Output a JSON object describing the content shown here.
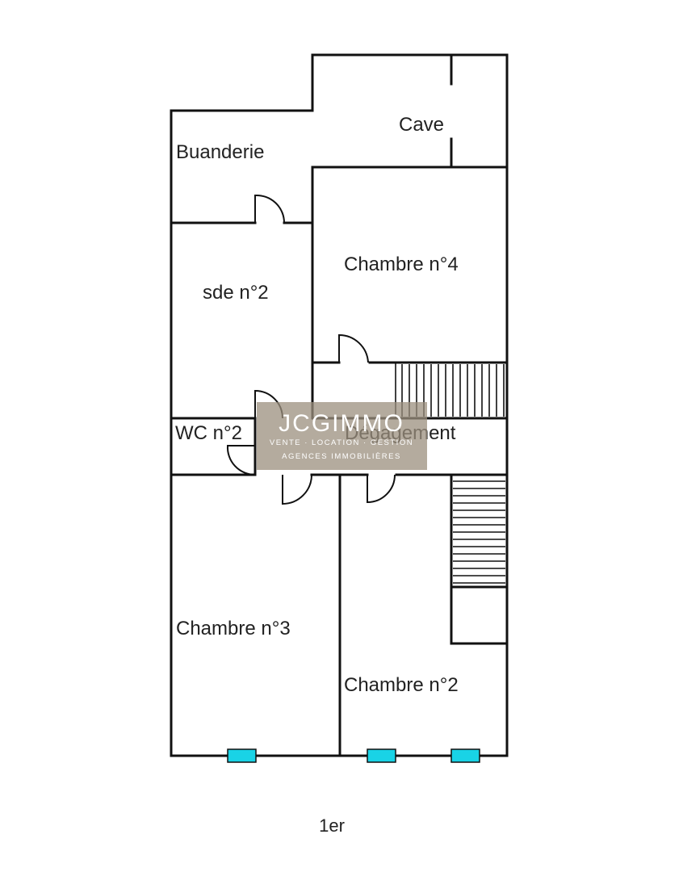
{
  "rooms": {
    "cave": "Cave",
    "buanderie": "Buanderie",
    "chambre4": "Chambre n°4",
    "sde2": "sde n°2",
    "wc2": "WC n°2",
    "degagement": "Dégagement",
    "chambre3": "Chambre n°3",
    "chambre2": "Chambre n°2"
  },
  "floor_label": "1er",
  "watermark": {
    "brand": "JCGIMMO",
    "tagline": "VENTE · LOCATION · GESTION",
    "subtitle": "AGENCES IMMOBILIÈRES",
    "color": "#9b8f7e"
  },
  "colors": {
    "wall": "#111111",
    "window": "#19d3e6"
  }
}
